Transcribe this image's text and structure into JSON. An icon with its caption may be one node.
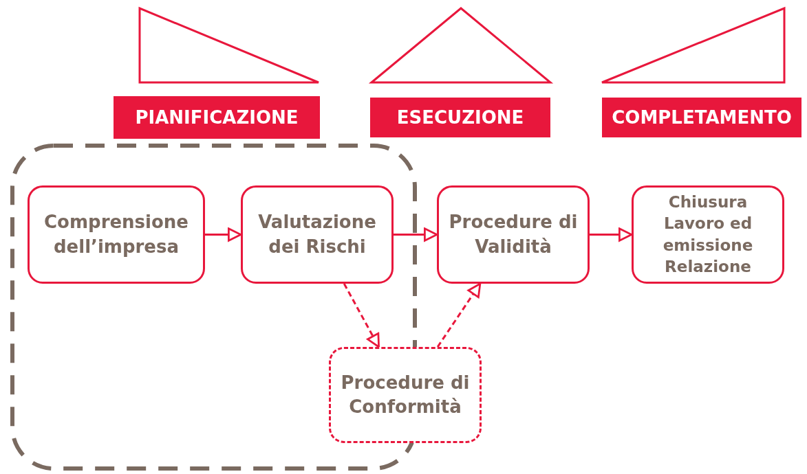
{
  "diagram": {
    "nodes": [
      {
        "text": [],
        "shape": "triangle"
      },
      {
        "text": [],
        "shape": "triangle"
      },
      {
        "text": [],
        "shape": "triangle"
      },
      {
        "text": [
          "PIANIFICAZIONE"
        ]
      },
      {
        "text": [
          "ESECUZIONE"
        ]
      },
      {
        "text": [
          "COMPLETAMENTO"
        ]
      },
      {
        "text": [
          "Comprensione dell’impresa"
        ]
      },
      {
        "text": [
          "Valutazione dei Rischi"
        ]
      },
      {
        "text": [
          "Procedure di Validità"
        ]
      },
      {
        "text": [
          "Chiusura Lavoro ed emissione Relazione"
        ]
      },
      {
        "text": [
          "Procedure di Conformità"
        ]
      }
    ],
    "edges": [
      {
        "from": 6,
        "to": 7,
        "arrow": "to"
      },
      {
        "from": 7,
        "to": 8,
        "arrow": "to"
      },
      {
        "from": 8,
        "to": 9,
        "arrow": "to"
      },
      {
        "from": 7,
        "to": 10,
        "arrow": "to",
        "style": "dashed"
      },
      {
        "from": 10,
        "to": 8,
        "arrow": "to",
        "style": "dashed"
      }
    ]
  }
}
